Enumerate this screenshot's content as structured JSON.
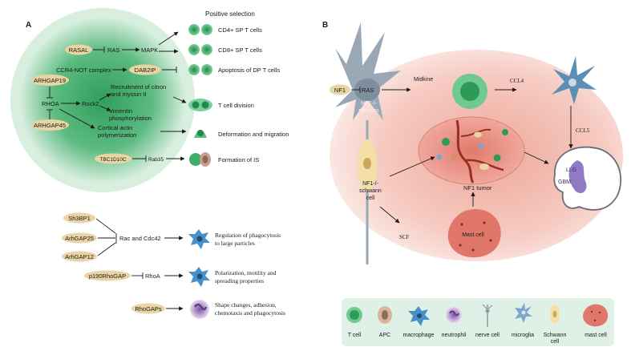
{
  "panel_a": {
    "label": "A",
    "header": "Positive selection",
    "pills": {
      "rasal": "RASAL",
      "dab2ip": "DAB2IP",
      "arhgap19": "ARHGAP19",
      "arhgap45": "ARHGAP45",
      "tbc1d10c": "TBC1D10C"
    },
    "nodes": {
      "ras": "RAS",
      "mapk": "MAPK",
      "ccr4_not": "CCR4-NOT complex",
      "rhoa": "RHOA",
      "rock2": "Rock2",
      "rab35": "Rab35",
      "recruitment_1": "Recruitment of citron",
      "recruitment_2": "and myosin II",
      "vimentin_1": "Vimentin",
      "vimentin_2": "phosphorylation",
      "cortical_1": "Cortical actin",
      "cortical_2": "polymerization"
    },
    "outcomes": {
      "cd4": "CD4+ SP T cells",
      "cd8": "CD8+ SP T cells",
      "apoptosis": "Apoptosis of DP T cells",
      "division": "T  cell division",
      "deformation": "Deformation and migration",
      "formation": "Formation of  IS"
    },
    "lower_pills": {
      "sh3bp1": "Sh3BP1",
      "arhgap25": "ArhGAP25",
      "arhgap12": "ArhGAP12",
      "p190": "p190RhoGAP",
      "rhogaps": "RhoGAPs"
    },
    "lower_nodes": {
      "rac_cdc42": "Rac and Cdc42",
      "rhoa": "RhoA"
    },
    "lower_outcomes": {
      "phago_1": "Regulation of phagocytosis",
      "phago_2": "to large particles",
      "polar_1": "Polarization, motility and",
      "polar_2": "spreading properties",
      "shape_1": "Shape changes, adhesion,",
      "shape_2": "chemotaxis and phagocytosis"
    }
  },
  "panel_b": {
    "label": "B",
    "nf1": "NF1",
    "ras": "RAS",
    "midkine": "Midkine",
    "nf1_neurons_1": "NF1-/-",
    "nf1_neurons_2": "neurons",
    "ccl4": "CCL4",
    "ccl5": "CCL5",
    "nf1_tumor": "NF1 tumor",
    "schwann_1": "NF1-/-",
    "schwann_2": "schwann",
    "schwann_3": "cell",
    "scf": "SCF",
    "mast_cell": "Mast cell",
    "llg": "LLG",
    "gbm": "GBM"
  },
  "legend": {
    "items": [
      {
        "label": "T cell"
      },
      {
        "label": "APC"
      },
      {
        "label": "macrophage"
      },
      {
        "label": "neutrophil"
      },
      {
        "label": "nerve cell"
      },
      {
        "label": "microglia"
      },
      {
        "label": "Schwann",
        "label2": "cell"
      },
      {
        "label": "mast cell"
      }
    ]
  },
  "colors": {
    "green_cell": "#3fae6b",
    "pill": "#e8d5a3",
    "pink_bg": "#f3c4bb",
    "macrophage": "#4a90c8",
    "legend_bg": "#dff0e6"
  }
}
